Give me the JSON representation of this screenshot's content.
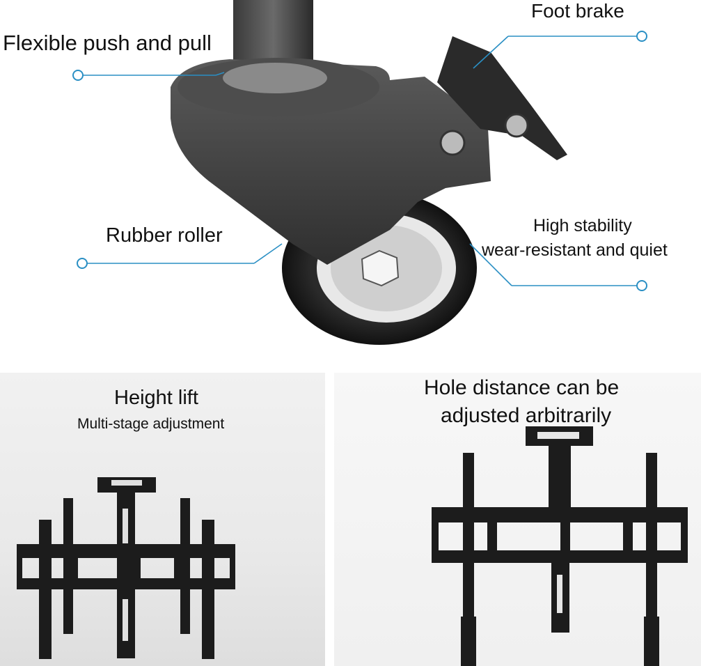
{
  "caster": {
    "flexible_label": "Flexible push and pull",
    "brake_label": "Foot brake",
    "roller_label": "Rubber roller",
    "stability_line1": "High stability",
    "stability_line2": "wear-resistant and quiet"
  },
  "panels": {
    "left": {
      "title": "Height lift",
      "subtitle": "Multi-stage adjustment"
    },
    "right": {
      "title_line1": "Hole distance can be",
      "title_line2": "adjusted arbitrarily"
    }
  },
  "colors": {
    "callout": "#2a8fc4",
    "metal": "#2b2b2b",
    "panel_bg": "#ececec"
  }
}
